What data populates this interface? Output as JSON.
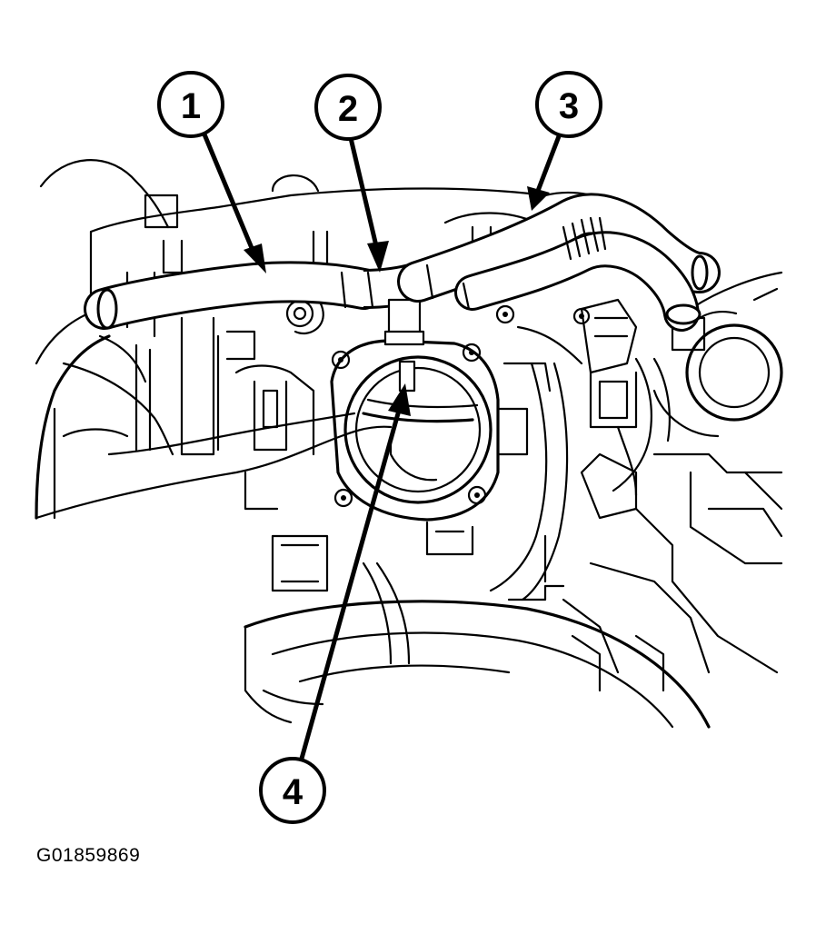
{
  "figure": {
    "id_text": "G01859869",
    "callouts": [
      {
        "label": "1"
      },
      {
        "label": "2"
      },
      {
        "label": "3"
      },
      {
        "label": "4"
      }
    ]
  }
}
